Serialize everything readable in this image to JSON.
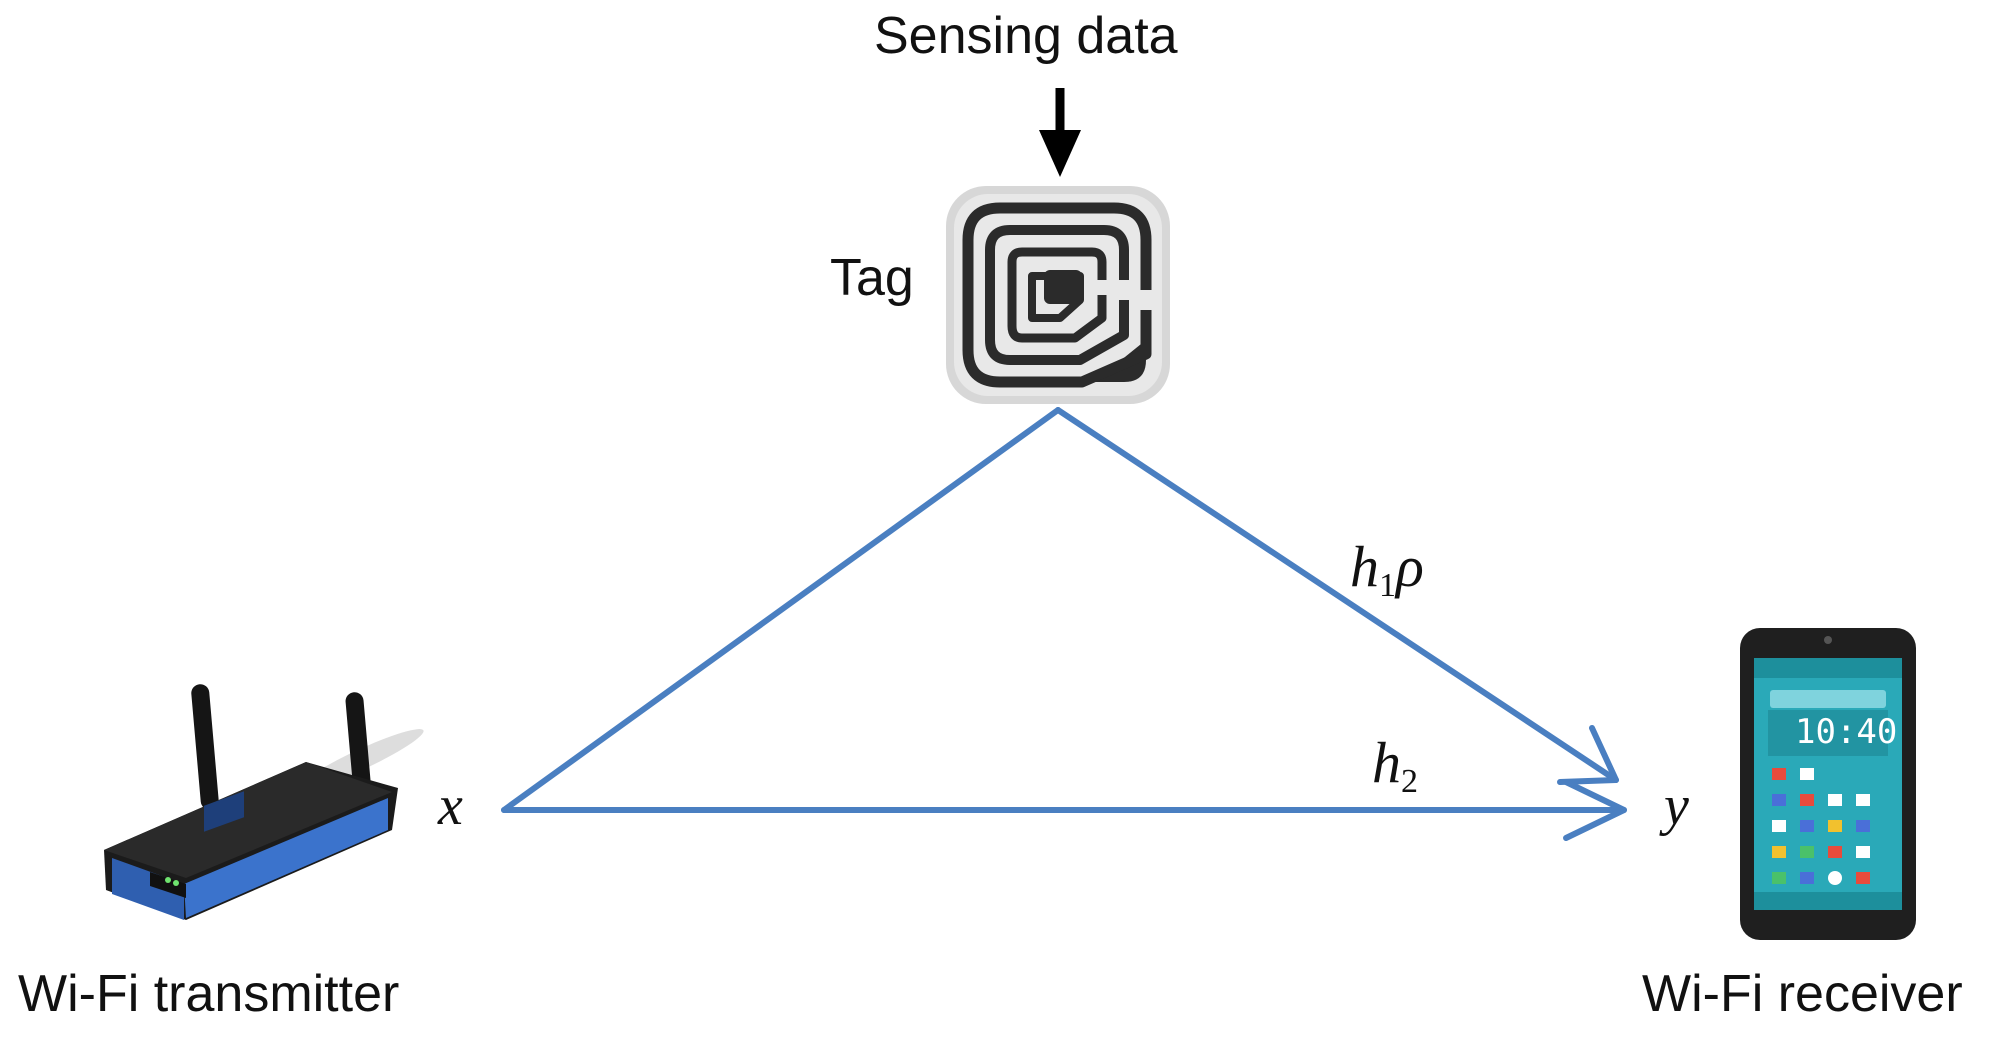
{
  "diagram": {
    "top_label": "Sensing data",
    "tag_label": "Tag",
    "transmitter_label": "Wi-Fi transmitter",
    "receiver_label": "Wi-Fi receiver",
    "signal_x": "x",
    "signal_y": "y",
    "channel_1": {
      "base": "h",
      "sub": "1",
      "suffix": "ρ"
    },
    "channel_2": {
      "base": "h",
      "sub": "2"
    },
    "phone_clock": "10:40",
    "link_color": "#4a7fc1",
    "icons": [
      "rfid-tag-icon",
      "wifi-router-icon",
      "smartphone-icon",
      "down-arrow-icon"
    ]
  }
}
